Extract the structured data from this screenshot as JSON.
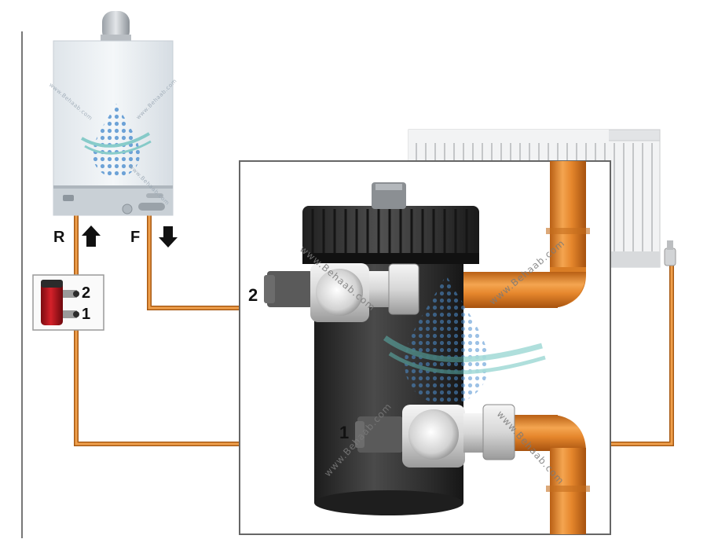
{
  "labels": {
    "return_label": "R",
    "flow_label": "F",
    "port_2_small": "2",
    "port_1_small": "1",
    "port_2_large": "2",
    "port_1_large": "1"
  },
  "watermark": {
    "text": "www.Behaab.com"
  },
  "colors": {
    "pipe_copper": "#e68a2e",
    "filter_body": "#3a3a3a",
    "boiler_body": "#e9eef2",
    "red_filter": "#b3121b",
    "frame_border": "#666666"
  }
}
